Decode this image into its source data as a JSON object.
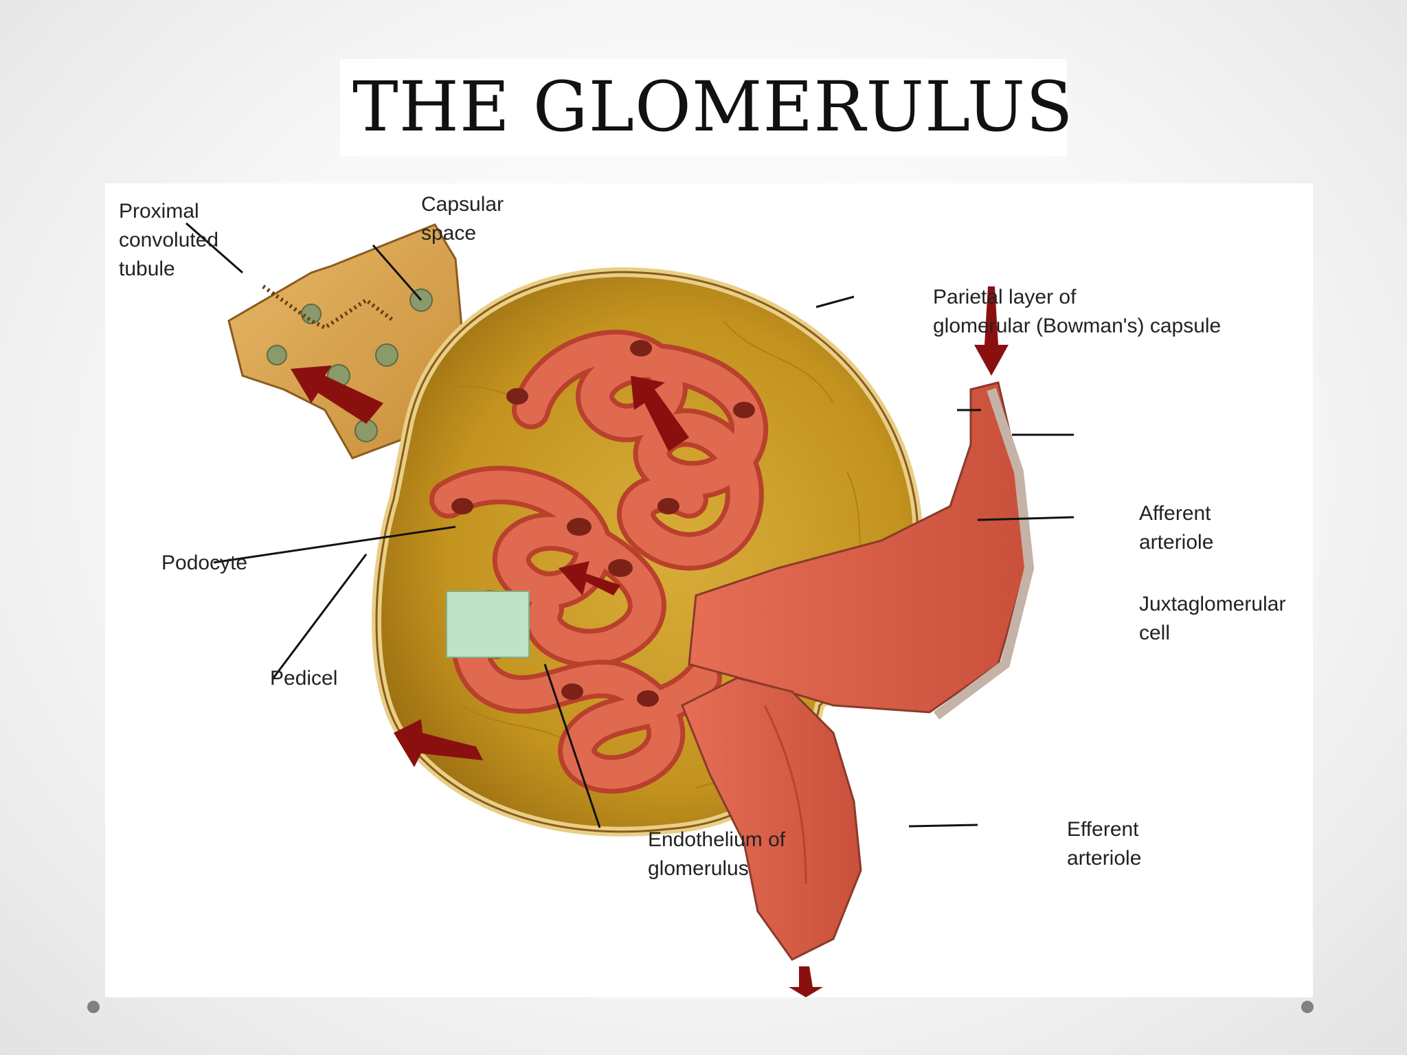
{
  "slide": {
    "title": "THE GLOMERULUS"
  },
  "labels": {
    "proximal_tubule": [
      "Proximal",
      "convoluted",
      "tubule"
    ],
    "capsular_space": [
      "Capsular",
      "space"
    ],
    "parietal_layer": [
      "Parietal layer of",
      "glomerular (Bowman's) capsule"
    ],
    "afferent": [
      "Afferent",
      "arteriole"
    ],
    "juxtaglomerular": [
      "Juxtaglomerular",
      "cell"
    ],
    "podocyte": [
      "Podocyte"
    ],
    "pedicel": [
      "Pedicel"
    ],
    "endothelium": [
      "Endothelium of",
      "glomerulus"
    ],
    "efferent": [
      "Efferent",
      "arteriole"
    ]
  },
  "colors": {
    "capsule_fill": "#c99a26",
    "capsule_wall": "#e8cf86",
    "glomerulus": "#d9583f",
    "arteriole": "#e0664f",
    "flow_arrow": "#8a1010",
    "pedicel_inset": "#bfe3c8",
    "leader_line": "#111111"
  },
  "icons": {
    "flow": "arrow-icon",
    "bullet": "circle-bullet"
  }
}
